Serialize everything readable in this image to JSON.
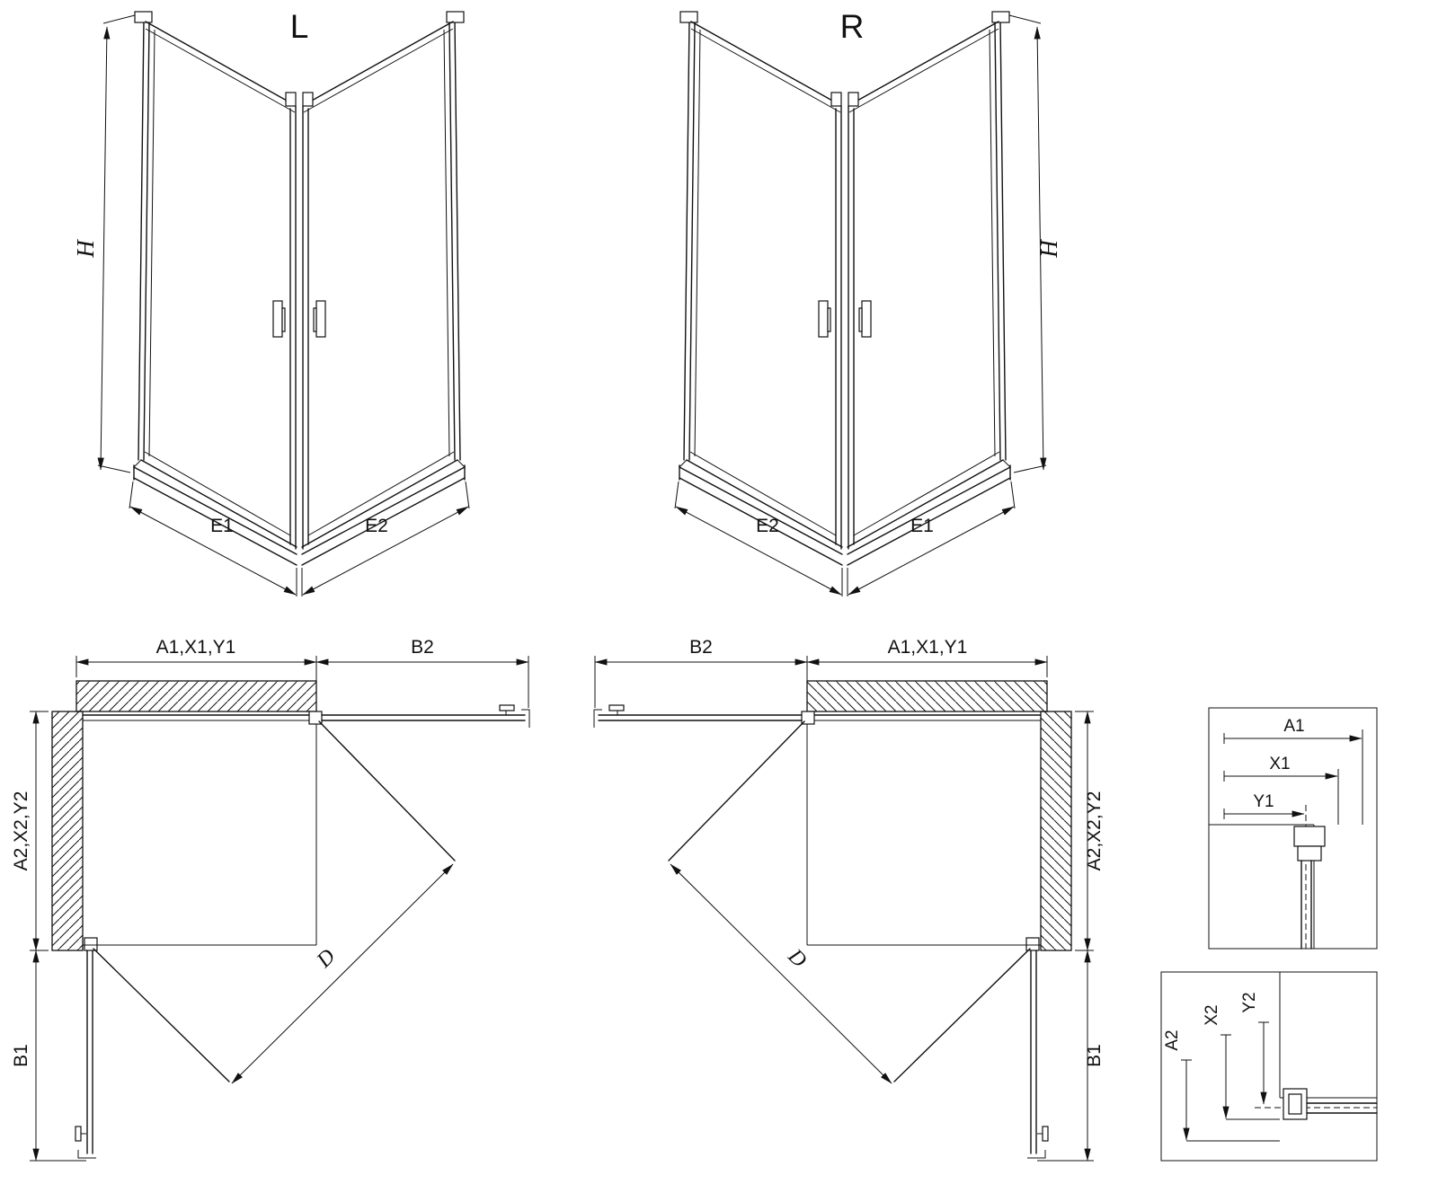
{
  "views": {
    "perspective_left": {
      "title": "L",
      "height": "H",
      "width_left": "E1",
      "width_right": "E2"
    },
    "perspective_right": {
      "title": "R",
      "height": "H",
      "width_left": "E2",
      "width_right": "E1"
    },
    "plan_left": {
      "top": "A1,X1,Y1",
      "top_entry": "B2",
      "side": "A2,X2,Y2",
      "side_entry": "B1",
      "diagonal": "D"
    },
    "plan_right": {
      "top": "A1,X1,Y1",
      "top_entry": "B2",
      "side": "A2,X2,Y2",
      "side_entry": "B1",
      "diagonal": "D"
    },
    "detail_horizontal": {
      "labels": [
        "A1",
        "X1",
        "Y1"
      ]
    },
    "detail_vertical": {
      "labels": [
        "A2",
        "X2",
        "Y2"
      ]
    }
  },
  "colors": {
    "line": "#111111",
    "background": "#ffffff"
  }
}
